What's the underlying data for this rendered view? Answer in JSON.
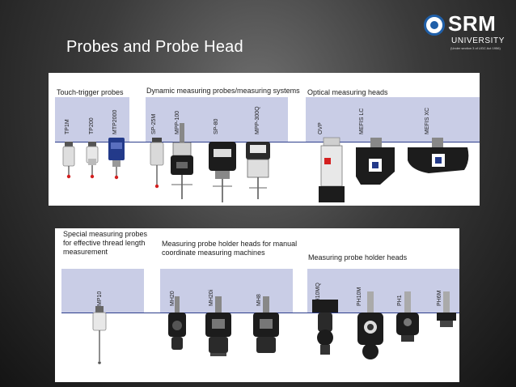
{
  "slide": {
    "title": "Probes and Probe Head"
  },
  "logo": {
    "name": "SRM",
    "subtitle": "UNIVERSITY",
    "tagline": "(Under section 3 of UGC Act 1956)"
  },
  "top_panel": {
    "groups": [
      {
        "label": "Touch-trigger probes",
        "items": [
          "TP1M",
          "TP200",
          "MTP2000"
        ]
      },
      {
        "label": "Dynamic measuring probes/measuring systems",
        "items": [
          "SP-25M",
          "MPP-100",
          "SP-80",
          "MPP-300Q"
        ]
      },
      {
        "label": "Optical measuring heads",
        "items": [
          "OVP",
          "MEFIS LC",
          "MEFIS XC"
        ]
      }
    ]
  },
  "bottom_panel": {
    "groups": [
      {
        "label_lines": [
          "Special measuring probes",
          "for effective thread length",
          "measurement"
        ],
        "items": [
          "MP10"
        ]
      },
      {
        "label_lines": [
          "Measuring probe holder heads for manual",
          "coordinate measuring machines"
        ],
        "items": [
          "MH20",
          "MH20i",
          "MH8"
        ]
      },
      {
        "label_lines": [
          "Measuring probe holder heads"
        ],
        "items": [
          "PH10MQ",
          "PH10M",
          "PH1",
          "PH6M"
        ]
      }
    ]
  },
  "colors": {
    "group_bg": "#c9cde6",
    "rule_line": "#2d3e8c",
    "probe_dark": "#1c1c1c",
    "probe_light": "#e8e8e8",
    "probe_blue": "#233a8a",
    "tip_red": "#d42020",
    "logo_blue": "#1f5fa8"
  }
}
